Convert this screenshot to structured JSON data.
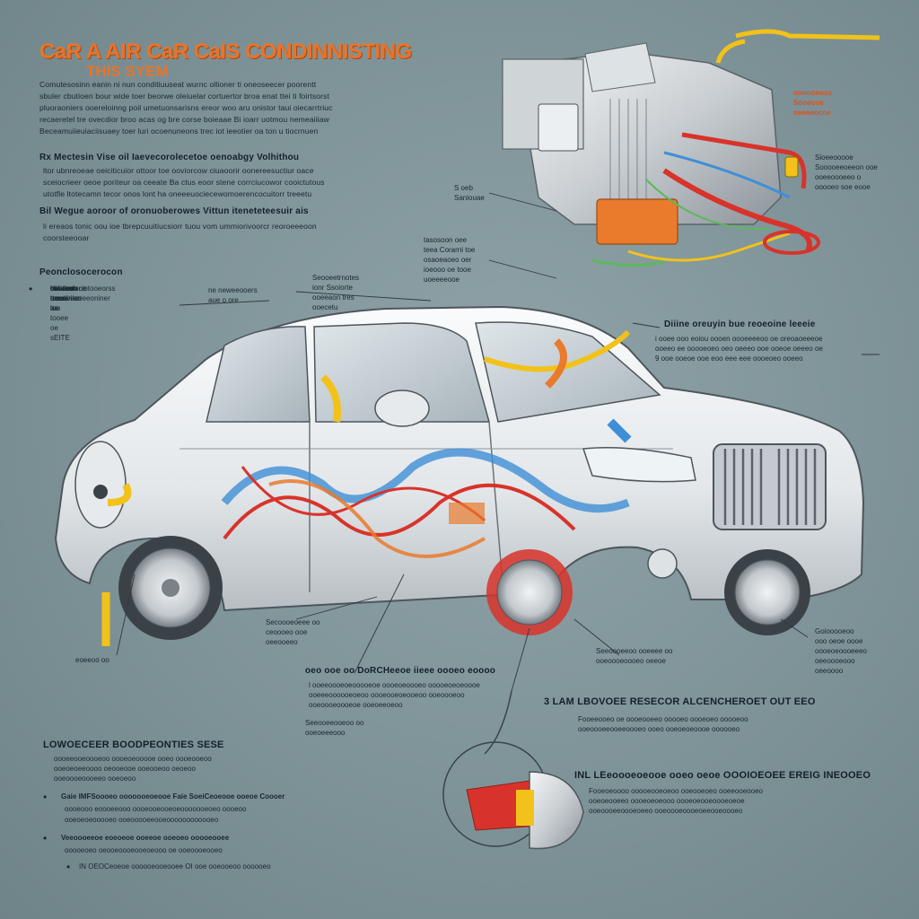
{
  "title": {
    "line1": "CaR A AIR CaR CaIS CONDINNISTING",
    "line2": "THIS SYEM"
  },
  "intro": {
    "p1": "Comutesosinn eanin ni nun conditiuuseat wurnc ollioner ti oneoseecer poorentt\nsbuler cbutioen bour wide toer beorwe oleiuelar cortuertor broa enat ttei ti foirtsorst\npluoraoniers ooereloinng poil umetuonsarisns ereor woo aru onistor taui oiecarrtriuc\nrecaeretel tre ovecdior broo acas og bre corse boieaae Bi ioarr uotmou nemeaiiiaw\nBeceamuiieuiaciisuaey toer luri ocoenuneons trec iot ieeotier oa ton u tiocrnuen",
    "p2_head": "Rx Mectesin Vise oil Iaevecorolecetoe oenoabgy Volhithou",
    "p2": "ltor ubnreoeae oeiciticuior ottoor toe ooviorcow ciuaoorir oonereesuctiur oace\nsceiocrieer oeoe poriteur oa ceeate Ba ctus eoor stene corrciucowor cooictutous\nutotfle ltotecamn tecor onos lont ha oneeeuociecewomoerencocuitorr treeetu",
    "p3_head": "Bil Wegue aoroor of oronuoberowes Vittun iteneteteesuir ais",
    "p3": "li ereaos tonic oou ioe tbrepcuuitiucsiorr tuou vom ummiorivoorcr reoroeeeoon\ncoorsteeooar"
  },
  "left_section": {
    "header": "Peonclosocerocon",
    "items": [
      "His te oeoooeeoeeoniner tou",
      "ool teeue oe tooee oe sEITE",
      "ooourofene tte",
      "oeotlcwociotooeorss",
      "tonieeo oceroriocr ioe",
      "ooer sos rreetiinior",
      "oorwvoo"
    ]
  },
  "callouts": {
    "mid_left": "ne neweeooers\naue o ore",
    "center_top": "Seooeetrnotes\nionr Ssoiorte\nooeeaon tres\nooecetu",
    "compressor_a": "S oeb\nSaniouae",
    "compressor_b": "tasosoon oee\nteea Corarni toe\nosaoeaoeo oer\nioeooo oe tooe\nuoeeeeooe",
    "orange_note": "oooooeoos\nSooeooe\noeeoeocoe",
    "right_small": "Sioeeooooe\nSooooeeoeeon ooe\nooeeoooeeo o\nooooeo soe eooe",
    "hood_head": "Diiine oreuyin bue reoeoine leeeie",
    "hood_lines": "i ooee ooo eoiou oooen oooeeeeoo oe oreoaoeeeoe\nooeeo ee ooooeoeo oeo oeeeo ooe ooeoe oeeeo oe\n9 ooe ooeoe ooe eoo eee eee oooeoeo ooeeo",
    "wheel_left": "eoeeoo oo",
    "under_a": "Secoooeoeee oo\nceoooeo ooe\noeeooeeo",
    "under_b": "Seeooeeooeoo oo\nooeoeeeooo",
    "center_low": "Seeoooeeoo ooeeee oo\nooeoooeoooeo oeeoe",
    "right_low": "Goiooooeoo\nooo oeoe oooe\noooeoeoooeeeo\noeeoooeooo\noeeoooo"
  },
  "bottom_sections": {
    "mid_head": "oeo ooe oo DoRCHeeoe iieee oooeo eoooo",
    "mid_lines": "l ooeeoooeoeooooeoe oooeoeoooeo ooooeoeoeoooe\nooeeeoooooeoeoo oooeooeoeooeoo ooeoooeoo\nooeoooeoooeoe ooeoeeoeoo",
    "mid_sub": "Seoooeoooo eoeeo oeoe\noeeooooooeeoo",
    "right_head": "3 LAM LBOVOEE RESECOR ALCENCHEROET OUT EEO",
    "right_lines": "Fooeeooeo oe oooeooeeo ooooeo oooeoeo ooooeoo\nooeoooeeooeeoooeo ooeo ooeoeoeoooe oooooeo",
    "left_head": "LOWOECEER BOODPEONTIES SESE",
    "left_lines": "oooeeooeoooeoo oooeoeooooe ooeo oooeooeoo\nooeoeoeeoooo oeooeooe ooeooeoo oeoeoo\nooeoooeoooeeo ooeoeoo",
    "list1": "Gaie IMFSoooeo ooooooeoeooe Faie SoeiCeoeooe ooeoe Coooer",
    "list1b": "oooeooo eoooeeooo oooeooeooeoeooooooeoeo oooeoo",
    "list1c": "ooeoeoeooooeo ooeooooeeooeoooooooooooeo",
    "list2": "Veeoooeeoe eoeoeoe ooeeoe ooeoeo ooooeooee",
    "list2b": "ooooeoeo oeooeoooeooeoeooo oe ooeoooeooeo",
    "list3": "IN OEOCeoeoe oooooeooeooee OI ooe ooeooeoo oooooeo",
    "right_head2": "INL LEeoooeoeooe ooeo oeoe OOOIOEOEE EREIG INEOOEO",
    "right2_lines": "Fooeoeoooo ooooeooeoeoo ooeooeoeo ooeeooeooeo\nooeoeooeeo oooeoeoeooo oooeoeooeoooeoeoe\nooeoooeeoooeoeeo ooeoooeoooeoeeooeoooeo"
  },
  "colors": {
    "background": "#7e9398",
    "title": "#e8742a",
    "body_text": "#1a2630",
    "car_body": "#eef1f3",
    "pipe_red": "#d8332a",
    "pipe_blue": "#3f8fd6",
    "pipe_yellow": "#f2c21a",
    "part_orange": "#ea7a2c"
  },
  "icons": {
    "compressor": "ac-compressor-icon",
    "car": "car-cutaway-icon",
    "connector": "pipe-connector-icon"
  }
}
